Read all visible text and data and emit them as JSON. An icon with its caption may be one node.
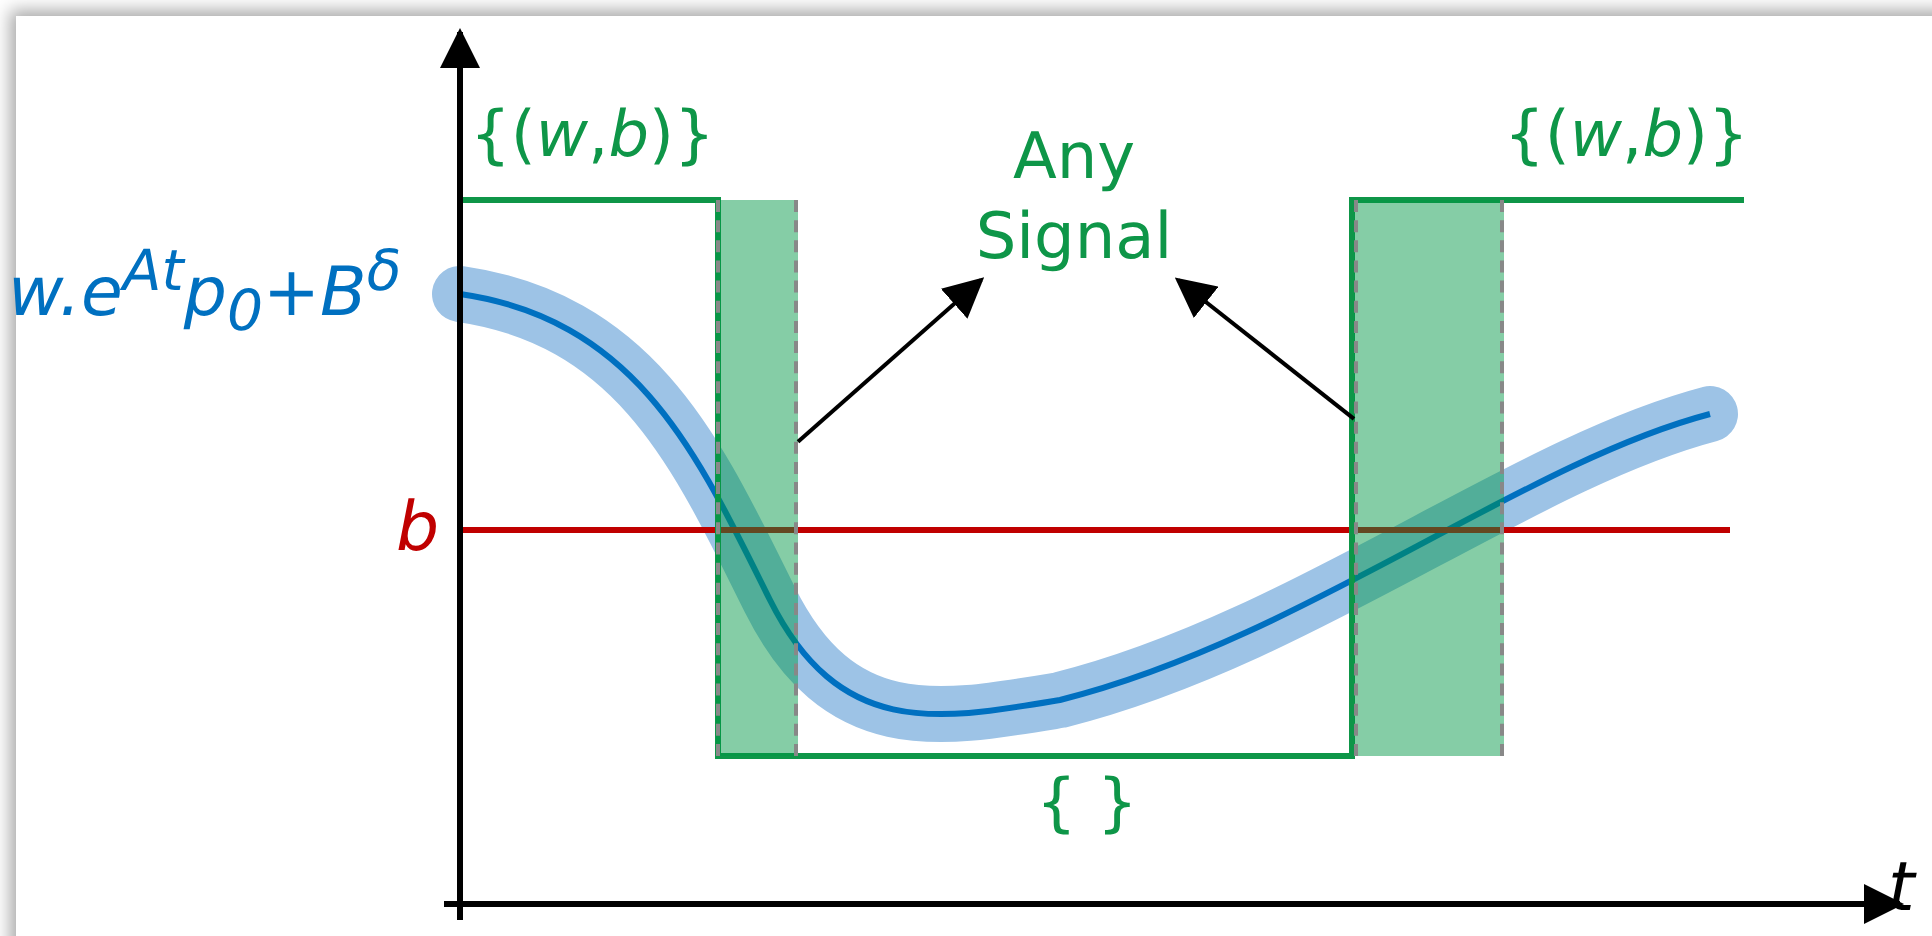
{
  "diagram": {
    "nodes": [
      {
        "text": [
          "Any Signal"
        ]
      },
      {
        "text": [],
        "shape": "bar"
      },
      {
        "text": [],
        "shape": "bar"
      }
    ],
    "edges": [
      {
        "from": 1,
        "to": 0,
        "arrow": "to"
      },
      {
        "from": 2,
        "to": 0,
        "arrow": "to"
      }
    ],
    "labels": [
      "{(*w*,*b*)}",
      "{(*w*,*b*)}",
      "w.e$^{At}$p$_{0}$+B$^{δ}$",
      "b",
      "{ }",
      "t"
    ]
  }
}
